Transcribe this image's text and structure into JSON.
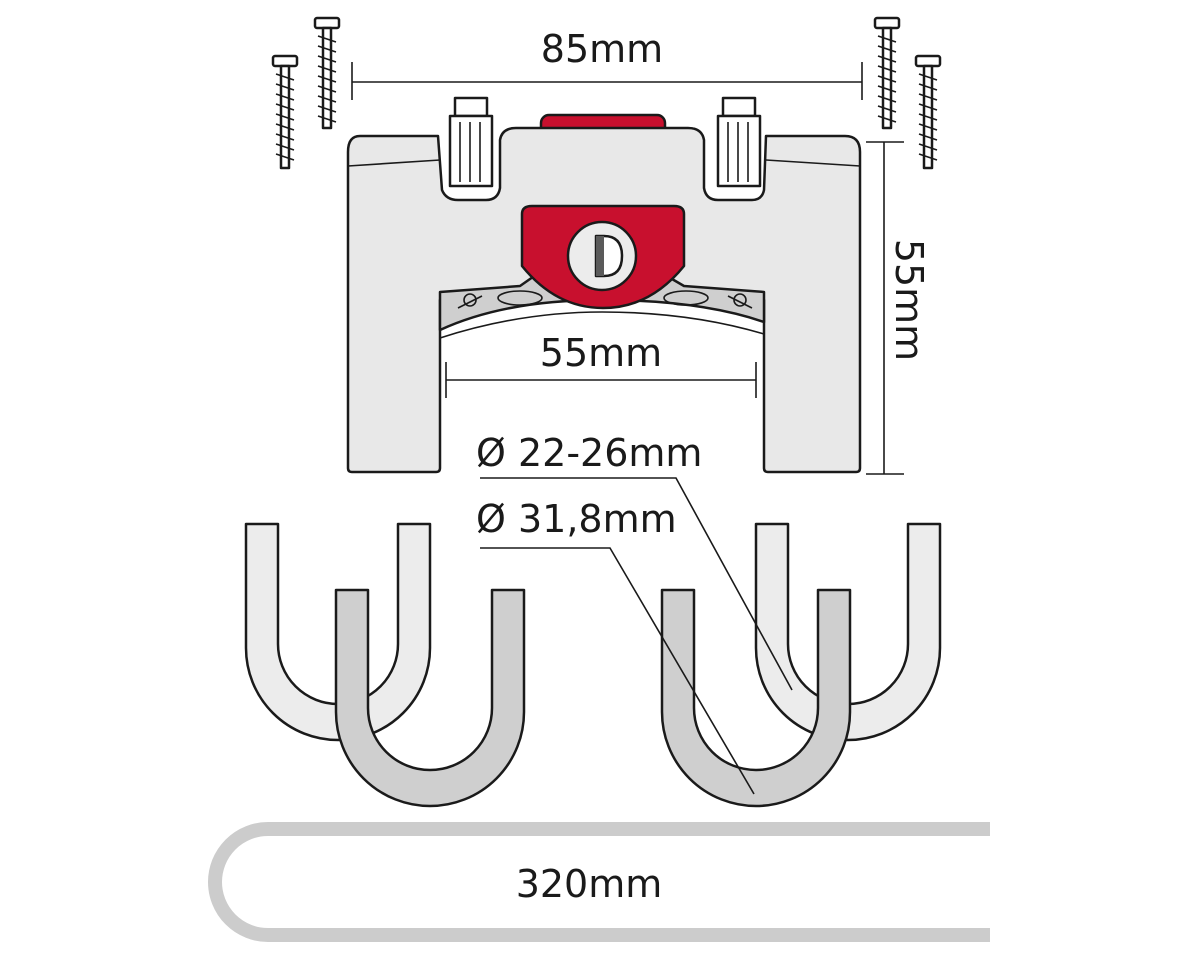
{
  "dimensions": {
    "top_width": "85mm",
    "height": "55mm",
    "inner_width": "55mm",
    "diameter_small": "Ø 22-26mm",
    "diameter_large": "Ø 31,8mm",
    "cable_length": "320mm"
  },
  "colors": {
    "body": "#e8e8e8",
    "accent_red": "#c8102e",
    "clamp_light": "#ececec",
    "clamp_dark": "#cfcfcf",
    "cable": "#cccccc",
    "line": "#1a1a1a"
  }
}
